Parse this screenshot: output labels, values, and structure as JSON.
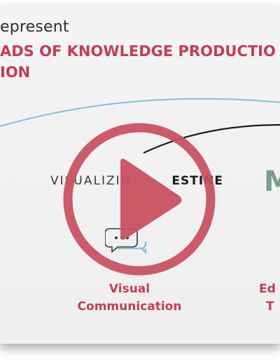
{
  "slide": {
    "intro": "epresent",
    "headline_line1": "ADS OF KNOWLEDGE PRODUCTIO",
    "headline_line2": "ION",
    "logo_visualizing": "VISUALIZIN",
    "logo_palestine_tail": "ESTINE",
    "logo_m": "M",
    "label_visual_line1": "Visual",
    "label_visual_line2": "Communication",
    "label_ed_line1": "Ed",
    "label_ed_line2": "T"
  },
  "colors": {
    "accent": "#c13d59",
    "play": "#c9505f",
    "arc": "#7fc2cf"
  },
  "icons": {
    "play": "play-icon",
    "chat": "chat-bubbles-icon"
  }
}
